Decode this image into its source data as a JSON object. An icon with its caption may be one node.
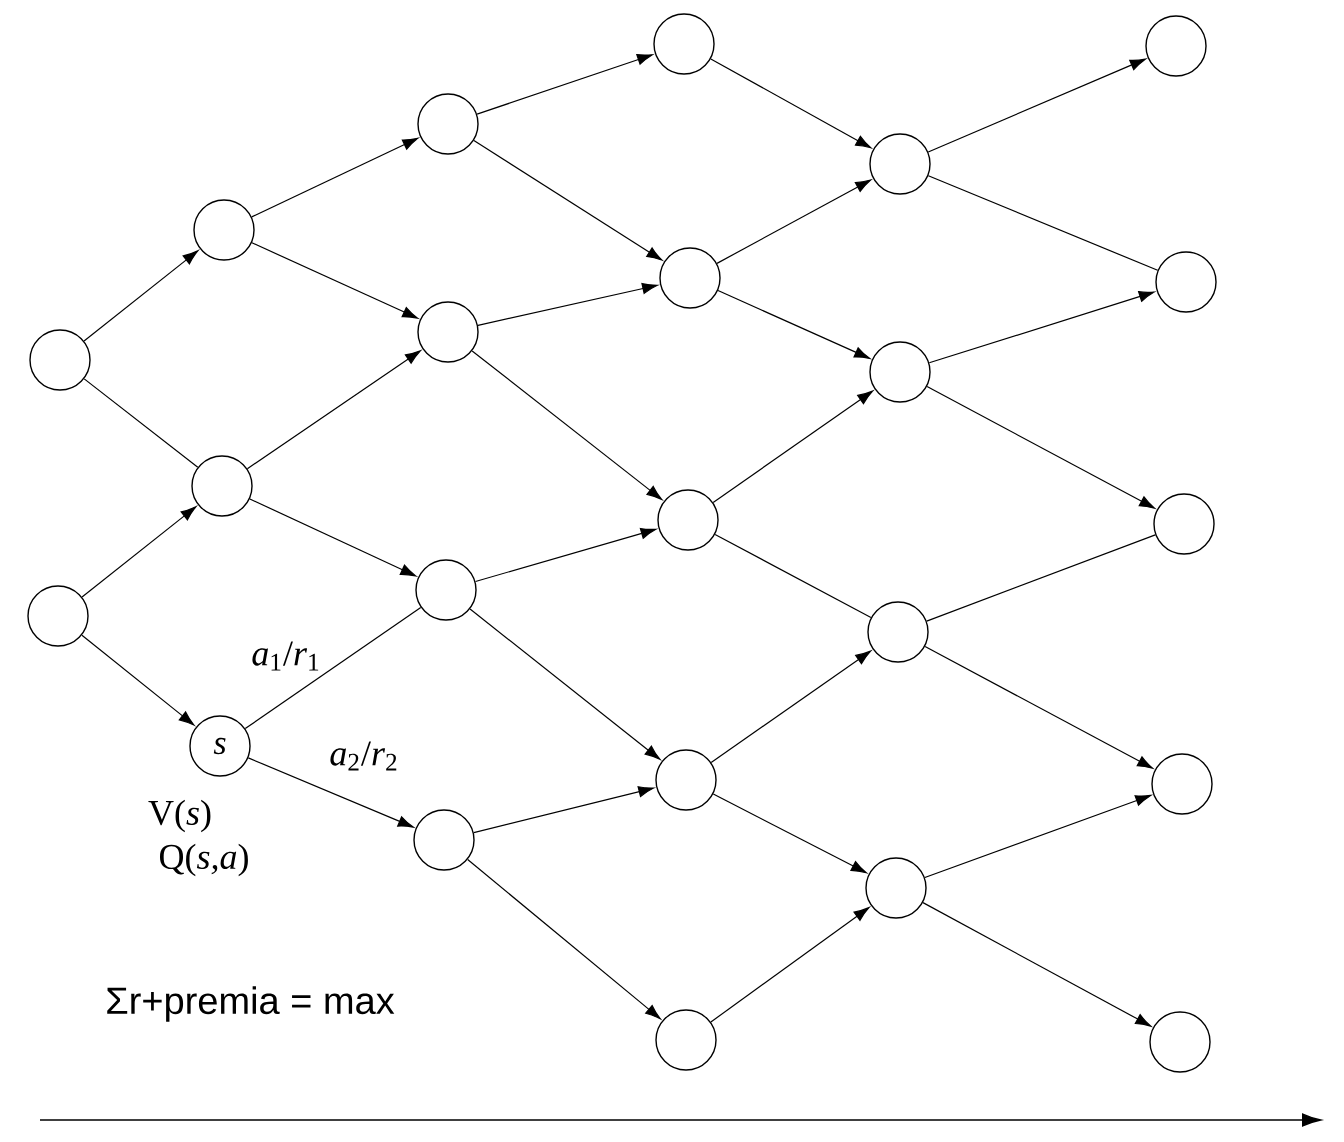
{
  "diagram": {
    "nodes": [
      {
        "text": [],
        "shape": "circle"
      },
      {
        "text": [],
        "shape": "circle"
      },
      {
        "text": [],
        "shape": "circle"
      },
      {
        "text": [],
        "shape": "circle"
      },
      {
        "text": [
          "s"
        ],
        "beside": [
          "V(*s*)",
          "Q(*s,a*)"
        ]
      },
      {
        "text": [],
        "shape": "circle"
      },
      {
        "text": [],
        "shape": "circle"
      },
      {
        "text": [],
        "shape": "circle"
      },
      {
        "text": [],
        "shape": "circle"
      },
      {
        "text": [],
        "shape": "circle"
      },
      {
        "text": [],
        "shape": "circle"
      },
      {
        "text": [],
        "shape": "circle"
      },
      {
        "text": [],
        "shape": "circle"
      },
      {
        "text": [],
        "shape": "circle"
      },
      {
        "text": [],
        "shape": "circle"
      },
      {
        "text": [],
        "shape": "circle"
      },
      {
        "text": [],
        "shape": "circle"
      },
      {
        "text": [],
        "shape": "circle"
      },
      {
        "text": [],
        "shape": "circle"
      },
      {
        "text": [],
        "shape": "circle"
      },
      {
        "text": [],
        "shape": "circle"
      },
      {
        "text": [],
        "shape": "circle"
      },
      {
        "text": [],
        "shape": "circle"
      }
    ],
    "edges": [
      {
        "from": 0,
        "to": 2,
        "arrow": "to"
      },
      {
        "from": 0,
        "to": 3,
        "arrow": "none"
      },
      {
        "from": 1,
        "to": 3,
        "arrow": "to"
      },
      {
        "from": 1,
        "to": 4,
        "arrow": "to"
      },
      {
        "from": 2,
        "to": 5,
        "arrow": "to"
      },
      {
        "from": 2,
        "to": 6,
        "arrow": "to"
      },
      {
        "from": 3,
        "to": 6,
        "arrow": "to"
      },
      {
        "from": 3,
        "to": 7,
        "arrow": "to"
      },
      {
        "from": 4,
        "to": 7,
        "arrow": "none",
        "label": "*a*$_{1}$/*r*$_{1}$"
      },
      {
        "from": 4,
        "to": 8,
        "arrow": "to",
        "label": "*a*$_{2}$/*r*$_{2}$"
      },
      {
        "from": 5,
        "to": 9,
        "arrow": "to"
      },
      {
        "from": 5,
        "to": 10,
        "arrow": "to"
      },
      {
        "from": 6,
        "to": 10,
        "arrow": "to"
      },
      {
        "from": 6,
        "to": 11,
        "arrow": "to"
      },
      {
        "from": 7,
        "to": 11,
        "arrow": "to"
      },
      {
        "from": 7,
        "to": 12,
        "arrow": "to"
      },
      {
        "from": 8,
        "to": 12,
        "arrow": "to"
      },
      {
        "from": 8,
        "to": 13,
        "arrow": "to"
      },
      {
        "from": 9,
        "to": 14,
        "arrow": "to"
      },
      {
        "from": 10,
        "to": 14,
        "arrow": "to"
      },
      {
        "from": 10,
        "to": 15,
        "arrow": "to"
      },
      {
        "from": 11,
        "to": 15,
        "arrow": "to"
      },
      {
        "from": 11,
        "to": 16,
        "arrow": "none"
      },
      {
        "from": 12,
        "to": 16,
        "arrow": "to"
      },
      {
        "from": 12,
        "to": 17,
        "arrow": "to"
      },
      {
        "from": 13,
        "to": 17,
        "arrow": "to"
      },
      {
        "from": 14,
        "to": 18,
        "arrow": "to"
      },
      {
        "from": 14,
        "to": 19,
        "arrow": "none"
      },
      {
        "from": 15,
        "to": 19,
        "arrow": "to"
      },
      {
        "from": 15,
        "to": 20,
        "arrow": "to"
      },
      {
        "from": 16,
        "to": 20,
        "arrow": "none"
      },
      {
        "from": 16,
        "to": 21,
        "arrow": "to"
      },
      {
        "from": 17,
        "to": 21,
        "arrow": "to"
      },
      {
        "from": 17,
        "to": 22,
        "arrow": "to"
      }
    ],
    "labels": [
      "Σr+premia = max"
    ]
  }
}
